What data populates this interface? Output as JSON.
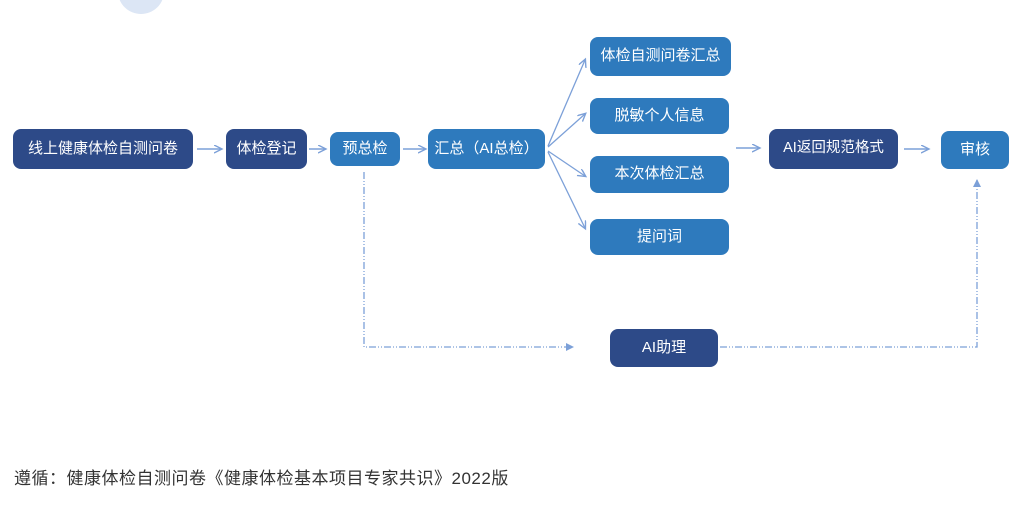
{
  "diagram_title": "",
  "colors": {
    "node_dark": "#2d4a88",
    "node_medium": "#2e7abd",
    "connector": "#7ca0d8",
    "dashed_connector": "#7ca0d8",
    "footer_text": "#333333",
    "decor_ellipse": "#dce6f5"
  },
  "nodes": {
    "online_questionnaire": {
      "label": "线上健康体检自测问卷",
      "style": "dark"
    },
    "registration": {
      "label": "体检登记",
      "style": "dark"
    },
    "pre_general_exam": {
      "label": "预总检",
      "style": "medium"
    },
    "summary_ai": {
      "label": "汇总（AI总检）",
      "style": "medium"
    },
    "questionnaire_summary": {
      "label": "体检自测问卷汇总",
      "style": "medium"
    },
    "desensitized_info": {
      "label": "脱敏个人信息",
      "style": "medium"
    },
    "current_exam_summary": {
      "label": "本次体检汇总",
      "style": "medium"
    },
    "prompt_words": {
      "label": "提问词",
      "style": "medium"
    },
    "ai_return_format": {
      "label": "AI返回规范格式",
      "style": "dark"
    },
    "review": {
      "label": "审核",
      "style": "medium"
    },
    "ai_assistant": {
      "label": "AI助理",
      "style": "dark"
    }
  },
  "edges": [
    {
      "from": "online_questionnaire",
      "to": "registration",
      "type": "solid-arrow"
    },
    {
      "from": "registration",
      "to": "pre_general_exam",
      "type": "solid-arrow"
    },
    {
      "from": "pre_general_exam",
      "to": "summary_ai",
      "type": "solid-arrow"
    },
    {
      "from": "summary_ai",
      "to": "questionnaire_summary",
      "type": "solid-arrow"
    },
    {
      "from": "summary_ai",
      "to": "desensitized_info",
      "type": "solid-arrow"
    },
    {
      "from": "summary_ai",
      "to": "current_exam_summary",
      "type": "solid-arrow"
    },
    {
      "from": "summary_ai",
      "to": "prompt_words",
      "type": "solid-arrow"
    },
    {
      "from": "fanout_group",
      "to": "ai_return_format",
      "type": "solid-arrow"
    },
    {
      "from": "ai_return_format",
      "to": "review",
      "type": "solid-arrow"
    },
    {
      "from": "pre_general_exam",
      "to": "ai_assistant",
      "type": "dashed-arrow"
    },
    {
      "from": "ai_assistant",
      "to": "review",
      "type": "dashed-arrow"
    }
  ],
  "footer": {
    "note": "遵循：健康体检自测问卷《健康体检基本项目专家共识》2022版"
  }
}
